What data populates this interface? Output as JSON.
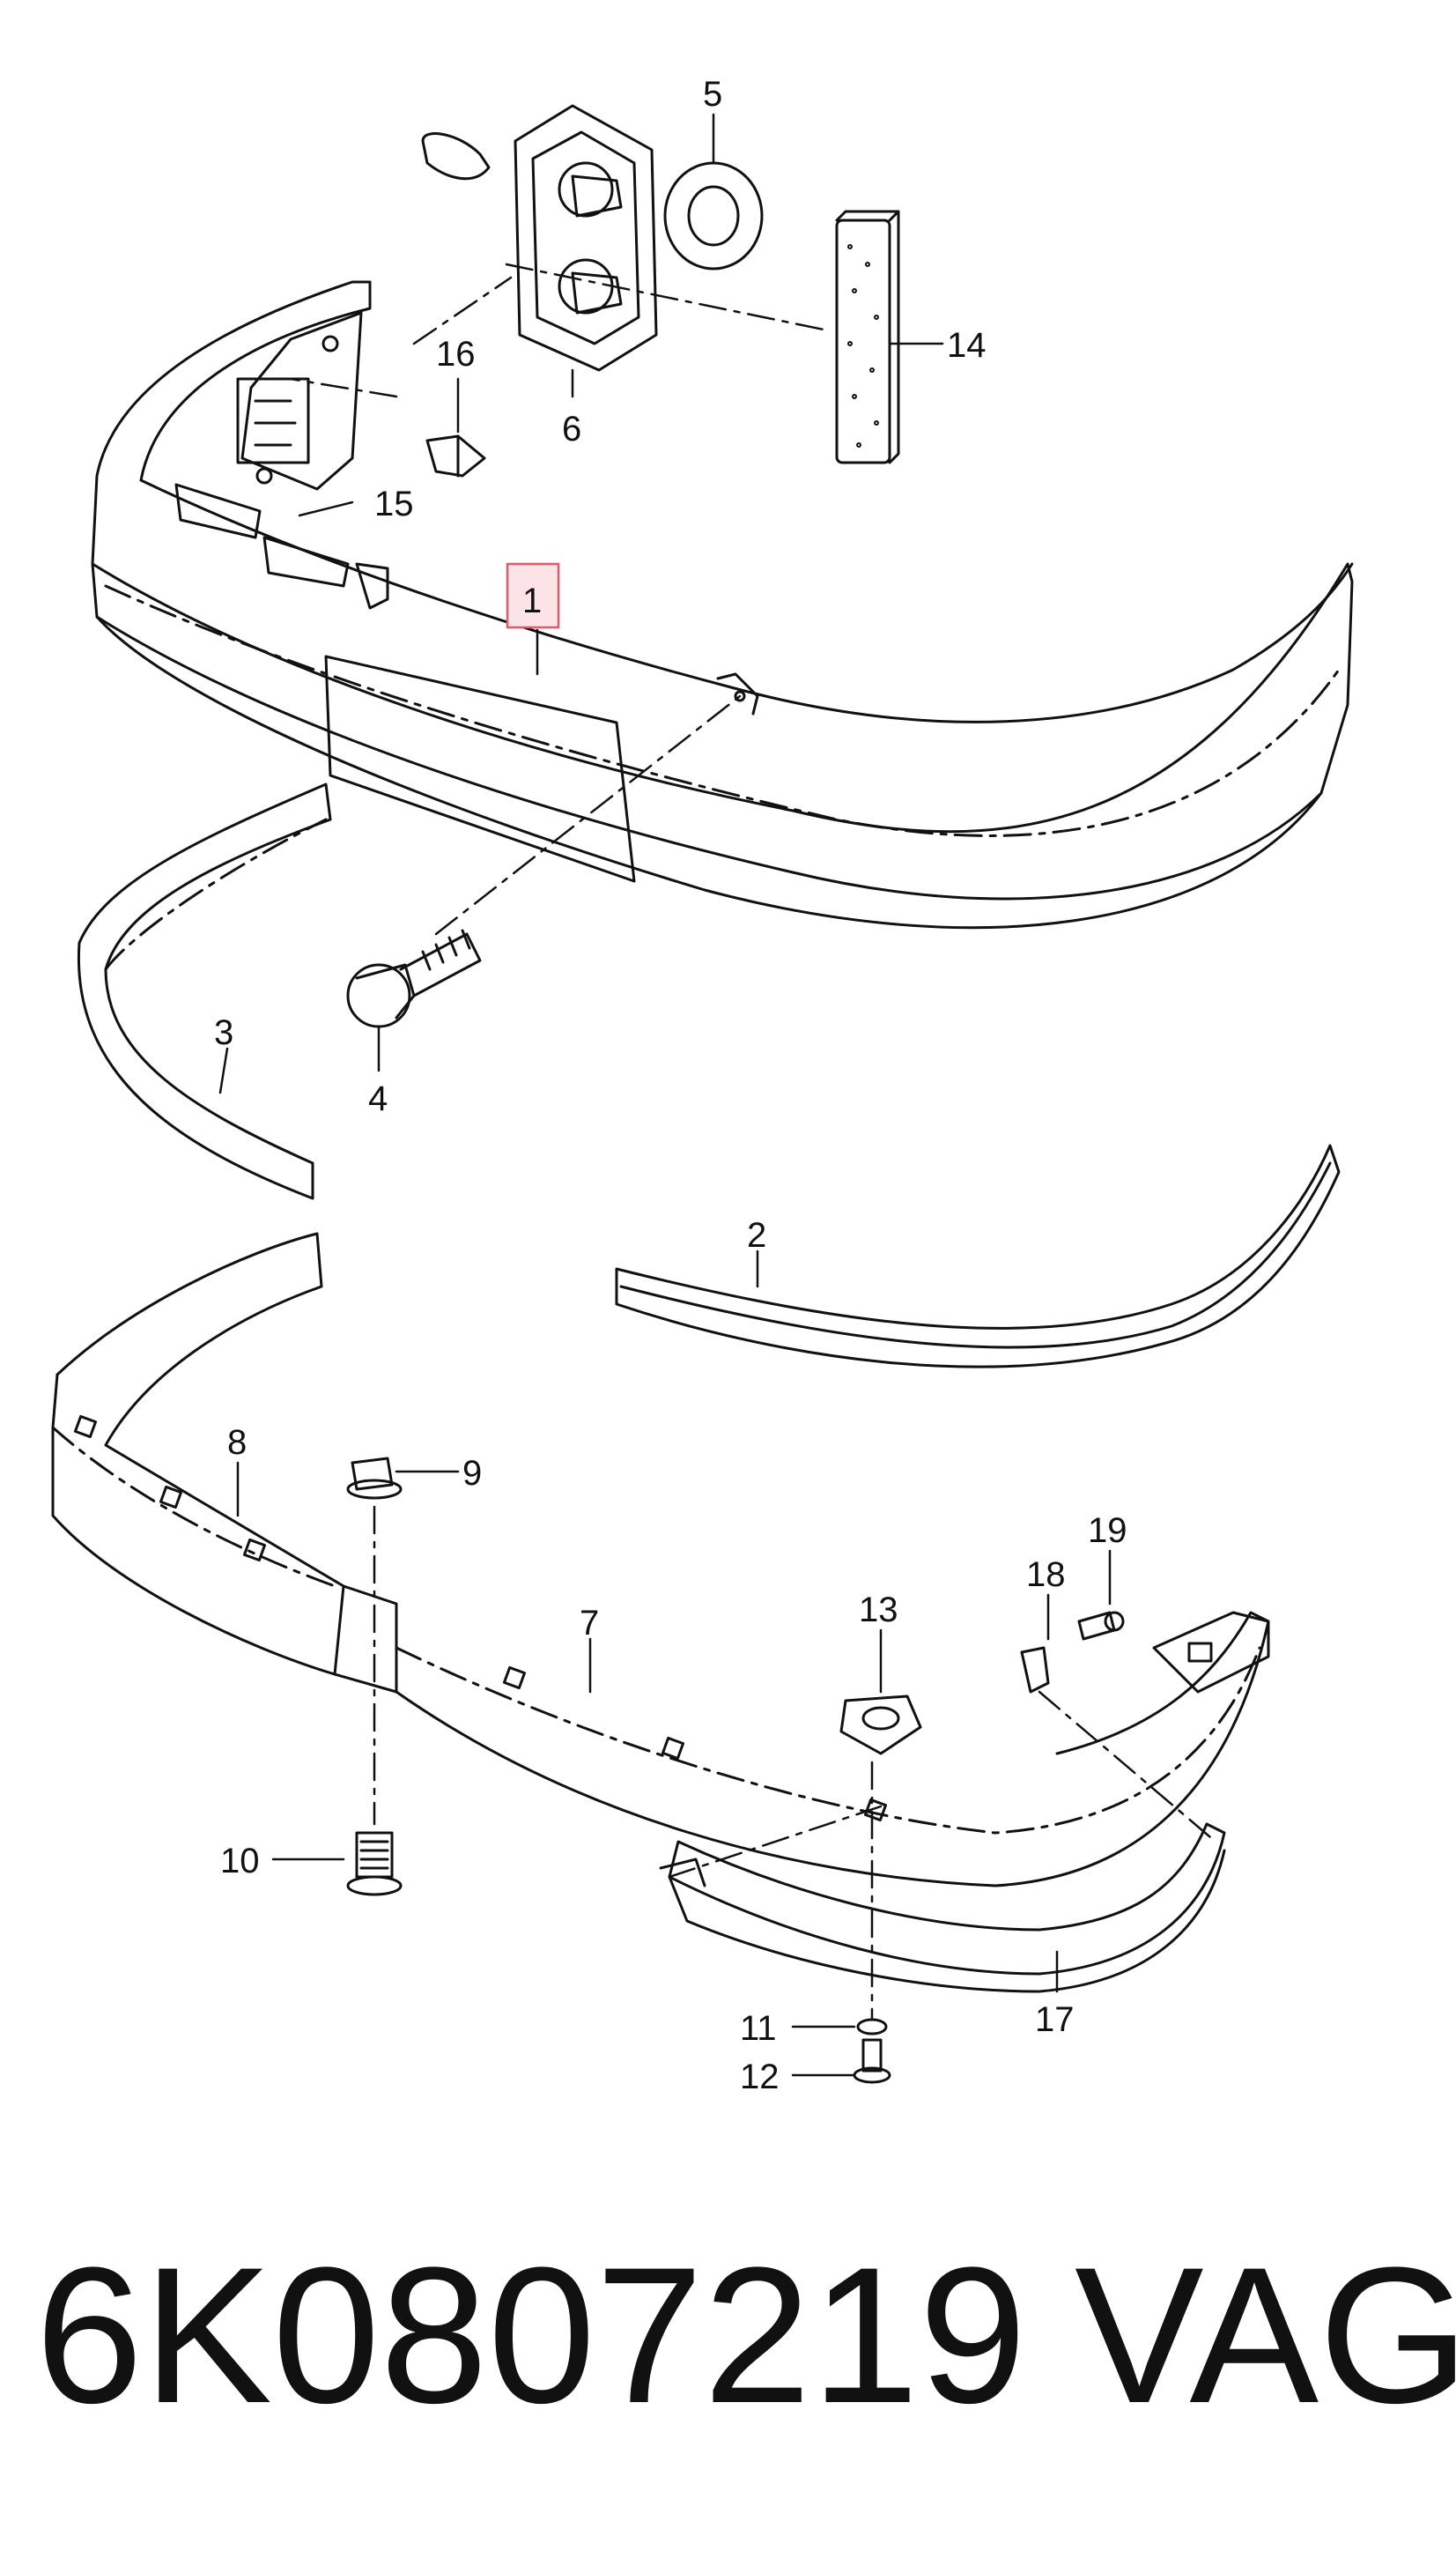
{
  "callouts": {
    "c1": "1",
    "c2": "2",
    "c3": "3",
    "c4": "4",
    "c5": "5",
    "c6": "6",
    "c7": "7",
    "c8": "8",
    "c9": "9",
    "c10": "10",
    "c11": "11",
    "c12": "12",
    "c13": "13",
    "c14": "14",
    "c15": "15",
    "c16": "16",
    "c17": "17",
    "c18": "18",
    "c19": "19"
  },
  "highlight": {
    "callout": "1",
    "color": "#e05a6a"
  },
  "footer": {
    "part_number": "6K0807219",
    "brand": "VAG"
  },
  "colors": {
    "line": "#111111",
    "background": "#ffffff"
  }
}
